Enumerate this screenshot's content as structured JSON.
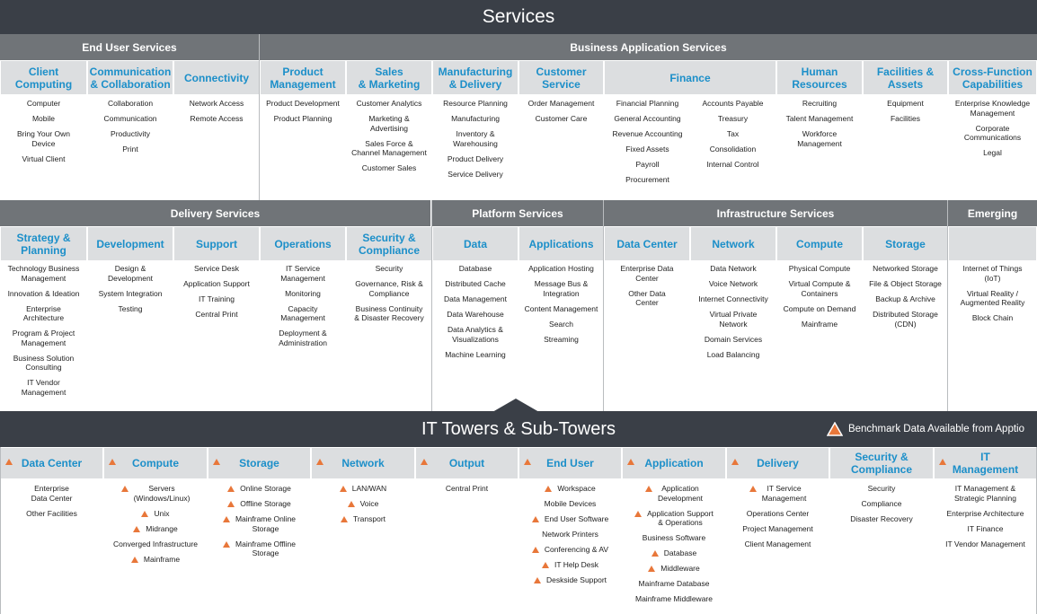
{
  "title": "Services",
  "towers_title": "IT Towers & Sub-Towers",
  "benchmark_note": "Benchmark Data Available from Apptio",
  "colors": {
    "dark_band": "#3a3f47",
    "grey_band": "#707478",
    "light_head": "#dcdee0",
    "accent_text": "#1c8fc9",
    "benchmark_triangle": "#e8773a"
  },
  "groups_row1": [
    {
      "label": "End User Services"
    },
    {
      "label": "Business Application Services"
    }
  ],
  "groups_row2": [
    {
      "label": "Delivery Services"
    },
    {
      "label": "Platform Services"
    },
    {
      "label": "Infrastructure Services"
    },
    {
      "label": "Emerging"
    }
  ],
  "row1": [
    {
      "title": "Client\nComputing",
      "items": [
        "Computer",
        "Mobile",
        "Bring Your Own\nDevice",
        "Virtual Client"
      ]
    },
    {
      "title": "Communication\n& Collaboration",
      "items": [
        "Collaboration",
        "Communication",
        "Productivity",
        "Print"
      ]
    },
    {
      "title": "Connectivity",
      "items": [
        "Network Access",
        "Remote Access"
      ]
    },
    {
      "title": "Product\nManagement",
      "items": [
        "Product Development",
        "Product Planning"
      ]
    },
    {
      "title": "Sales\n& Marketing",
      "items": [
        "Customer Analytics",
        "Marketing &\nAdvertising",
        "Sales Force &\nChannel Management",
        "Customer Sales"
      ]
    },
    {
      "title": "Manufacturing\n& Delivery",
      "items": [
        "Resource Planning",
        "Manufacturing",
        "Inventory &\nWarehousing",
        "Product Delivery",
        "Service Delivery"
      ]
    },
    {
      "title": "Customer\nService",
      "items": [
        "Order Management",
        "Customer Care"
      ]
    },
    {
      "title": "Finance",
      "items_left": [
        "Financial Planning",
        "General Accounting",
        "Revenue Accounting",
        "Fixed Assets",
        "Payroll",
        "Procurement"
      ],
      "items_right": [
        "Accounts Payable",
        "Treasury",
        "Tax",
        "Consolidation",
        "Internal Control"
      ]
    },
    {
      "title": "Human\nResources",
      "items": [
        "Recruiting",
        "Talent Management",
        "Workforce\nManagement"
      ]
    },
    {
      "title": "Facilities &\nAssets",
      "items": [
        "Equipment",
        "Facilities"
      ]
    },
    {
      "title": "Cross-Function\nCapabilities",
      "items": [
        "Enterprise Knowledge\nManagement",
        "Corporate\nCommunications",
        "Legal"
      ]
    }
  ],
  "row2": [
    {
      "title": "Strategy &\nPlanning",
      "items": [
        "Technology Business\nManagement",
        "Innovation & Ideation",
        "Enterprise\nArchitecture",
        "Program & Project\nManagement",
        "Business Solution\nConsulting",
        "IT Vendor\nManagement"
      ]
    },
    {
      "title": "Development",
      "items": [
        "Design &\nDevelopment",
        "System Integration",
        "Testing"
      ]
    },
    {
      "title": "Support",
      "items": [
        "Service Desk",
        "Application Support",
        "IT Training",
        "Central Print"
      ]
    },
    {
      "title": "Operations",
      "items": [
        "IT Service\nManagement",
        "Monitoring",
        "Capacity\nManagement",
        "Deployment &\nAdministration"
      ]
    },
    {
      "title": "Security &\nCompliance",
      "items": [
        "Security",
        "Governance, Risk &\nCompliance",
        "Business Continuity\n& Disaster Recovery"
      ]
    },
    {
      "title": "Data",
      "items": [
        "Database",
        "Distributed Cache",
        "Data Management",
        "Data Warehouse",
        "Data Analytics &\nVisualizations",
        "Machine Learning"
      ]
    },
    {
      "title": "Applications",
      "items": [
        "Application Hosting",
        "Message Bus &\nIntegration",
        "Content Management",
        "Search",
        "Streaming"
      ]
    },
    {
      "title": "Data Center",
      "items": [
        "Enterprise Data\nCenter",
        "Other Data\nCenter"
      ]
    },
    {
      "title": "Network",
      "items": [
        "Data Network",
        "Voice Network",
        "Internet Connectivity",
        "Virtual Private\nNetwork",
        "Domain Services",
        "Load Balancing"
      ]
    },
    {
      "title": "Compute",
      "items": [
        "Physical Compute",
        "Virtual Compute &\nContainers",
        "Compute on Demand",
        "Mainframe"
      ]
    },
    {
      "title": "Storage",
      "items": [
        "Networked Storage",
        "File & Object Storage",
        "Backup & Archive",
        "Distributed Storage\n(CDN)"
      ]
    },
    {
      "title": "",
      "items": [
        "Internet of Things\n(IoT)",
        "Virtual Reality /\nAugmented Reality",
        "Block Chain"
      ]
    }
  ],
  "towers": [
    {
      "title": "Data Center",
      "benchmark": true,
      "items": [
        {
          "text": "Enterprise\nData Center",
          "b": false
        },
        {
          "text": "Other Facilities",
          "b": false
        }
      ]
    },
    {
      "title": "Compute",
      "benchmark": true,
      "items": [
        {
          "text": "Servers\n(Windows/Linux)",
          "b": true
        },
        {
          "text": "Unix",
          "b": true
        },
        {
          "text": "Midrange",
          "b": true
        },
        {
          "text": "Converged Infrastructure",
          "b": false
        },
        {
          "text": "Mainframe",
          "b": true
        }
      ]
    },
    {
      "title": "Storage",
      "benchmark": true,
      "items": [
        {
          "text": "Online Storage",
          "b": true
        },
        {
          "text": "Offline Storage",
          "b": true
        },
        {
          "text": "Mainframe Online\nStorage",
          "b": true
        },
        {
          "text": "Mainframe Offline\nStorage",
          "b": true
        }
      ]
    },
    {
      "title": "Network",
      "benchmark": true,
      "items": [
        {
          "text": "LAN/WAN",
          "b": true
        },
        {
          "text": "Voice",
          "b": true
        },
        {
          "text": "Transport",
          "b": true
        }
      ]
    },
    {
      "title": "Output",
      "benchmark": true,
      "items": [
        {
          "text": "Central Print",
          "b": false
        }
      ]
    },
    {
      "title": "End User",
      "benchmark": true,
      "items": [
        {
          "text": "Workspace",
          "b": true
        },
        {
          "text": "Mobile Devices",
          "b": false
        },
        {
          "text": "End User Software",
          "b": true
        },
        {
          "text": "Network Printers",
          "b": false
        },
        {
          "text": "Conferencing & AV",
          "b": true
        },
        {
          "text": "IT Help Desk",
          "b": true
        },
        {
          "text": "Deskside Support",
          "b": true
        }
      ]
    },
    {
      "title": "Application",
      "benchmark": true,
      "items": [
        {
          "text": "Application\nDevelopment",
          "b": true
        },
        {
          "text": "Application Support\n& Operations",
          "b": true
        },
        {
          "text": "Business Software",
          "b": false
        },
        {
          "text": "Database",
          "b": true
        },
        {
          "text": "Middleware",
          "b": true
        },
        {
          "text": "Mainframe Database",
          "b": false
        },
        {
          "text": "Mainframe Middleware",
          "b": false
        }
      ]
    },
    {
      "title": "Delivery",
      "benchmark": true,
      "items": [
        {
          "text": "IT Service\nManagement",
          "b": true
        },
        {
          "text": "Operations Center",
          "b": false
        },
        {
          "text": "Project Management",
          "b": false
        },
        {
          "text": "Client Management",
          "b": false
        }
      ]
    },
    {
      "title": "Security &\nCompliance",
      "benchmark": false,
      "items": [
        {
          "text": "Security",
          "b": false
        },
        {
          "text": "Compliance",
          "b": false
        },
        {
          "text": "Disaster Recovery",
          "b": false
        }
      ]
    },
    {
      "title": "IT\nManagement",
      "benchmark": true,
      "items": [
        {
          "text": "IT Management &\nStrategic Planning",
          "b": false
        },
        {
          "text": "Enterprise Architecture",
          "b": false
        },
        {
          "text": "IT Finance",
          "b": false
        },
        {
          "text": "IT Vendor Management",
          "b": false
        }
      ]
    }
  ]
}
